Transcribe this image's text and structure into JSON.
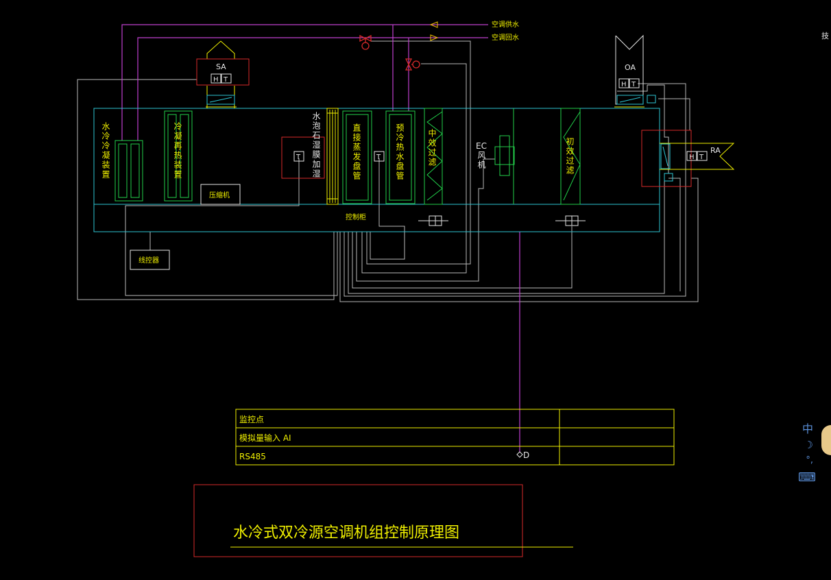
{
  "pipes": {
    "supply": "空调供水",
    "return": "空调回水"
  },
  "labels": {
    "sa": "SA",
    "oa": "OA",
    "ra": "RA",
    "h": "H",
    "t": "T",
    "compressor": "压缩机",
    "control_cabinet": "控制柜",
    "wire_control": "线控器",
    "ec_fan_line1": "EC",
    "ec_fan_line2": "风机",
    "corner_text": "技"
  },
  "sections": {
    "water_condenser": "水冷冷凝装置",
    "condensing_reheat": "冷凝再热装置",
    "stone_humidifier": "水泡石湿膜加湿",
    "dx_coil": "直接蒸发盘管",
    "precool_coil": "预冷热水盘管",
    "medium_filter": "中效过滤",
    "primary_filter": "初效过滤"
  },
  "table": {
    "rows": [
      {
        "label": "监控点",
        "value": ""
      },
      {
        "label": "模拟量输入 AI",
        "value": ""
      },
      {
        "label": "RS485",
        "value": ""
      }
    ],
    "marker": "D"
  },
  "title": "水冷式双冷源空调机组控制原理图",
  "ime": {
    "mode": "中",
    "moon": "☽",
    "punct": "°,",
    "keyboard": "⌨"
  },
  "colors": {
    "cyan": "#2ec6d4",
    "green": "#22d04a",
    "yellow": "#f0f000",
    "magenta": "#c040d0",
    "red": "#d82a2a",
    "white": "#e6e6e6",
    "gray": "#b8b8b8"
  }
}
